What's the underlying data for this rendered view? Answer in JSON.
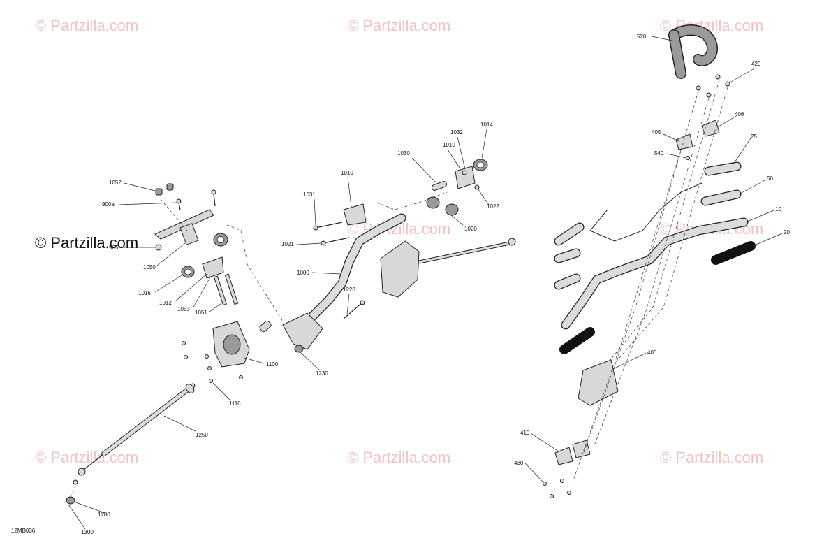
{
  "diagram_id": "12MB036",
  "watermark": {
    "text": "© Partzilla.com",
    "faint_text": "© Partzilla.com"
  },
  "callouts": [
    "1052",
    "900a",
    "905",
    "1050",
    "1016",
    "1012",
    "1053",
    "1051",
    "1031",
    "1010",
    "1030",
    "1032",
    "1014",
    "1022",
    "1020",
    "1021",
    "1000",
    "1220",
    "1230",
    "1100",
    "1110",
    "1250",
    "1280",
    "1300",
    "520",
    "420",
    "406",
    "405",
    "540",
    "25",
    "50",
    "10",
    "20",
    "400",
    "410",
    "430"
  ],
  "labels": {
    "c1052": "1052",
    "c900a": "900a",
    "c905": "905",
    "c1050": "1050",
    "c1016": "1016",
    "c1012": "1012",
    "c1053": "1053",
    "c1051": "1051",
    "c1031": "1031",
    "c1010a": "1010",
    "c1030": "1030",
    "c1010b": "1010",
    "c1032": "1032",
    "c1014": "1014",
    "c1022": "1022",
    "c1020": "1020",
    "c1021": "1021",
    "c1000": "1000",
    "c1220": "1220",
    "c1230": "1230",
    "c1100": "1100",
    "c1110": "1110",
    "c1250": "1250",
    "c1280": "1280",
    "c1300": "1300",
    "c520": "520",
    "c420": "420",
    "c406": "406",
    "c405": "405",
    "c540": "540",
    "c25": "25",
    "c50": "50",
    "c10": "10",
    "c20": "20",
    "c400": "400",
    "c410": "410",
    "c430": "430"
  },
  "colors": {
    "line": "#222222",
    "part_fill": "#d8d8d8",
    "watermark": "#f0c4c4",
    "background": "#ffffff"
  }
}
